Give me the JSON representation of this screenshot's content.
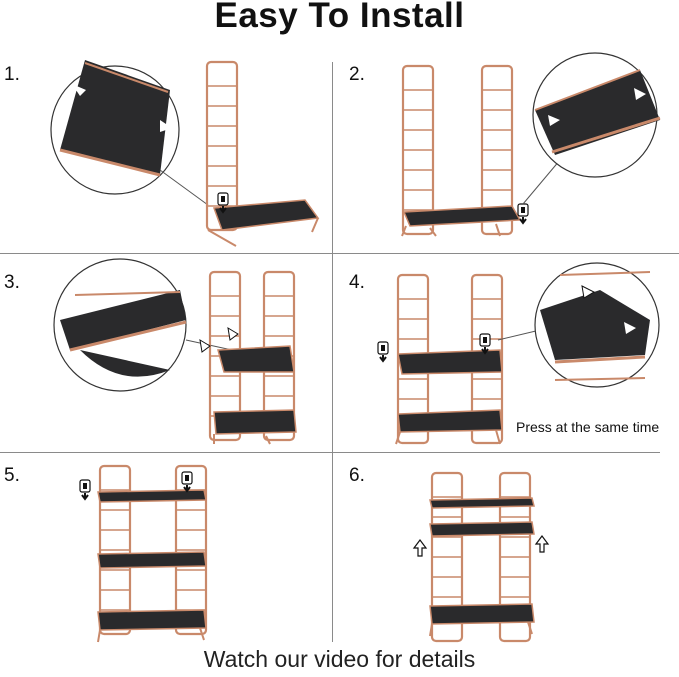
{
  "title": "Easy To Install",
  "footer": "Watch our video for details",
  "steps": [
    {
      "label": "1."
    },
    {
      "label": "2."
    },
    {
      "label": "3."
    },
    {
      "label": "4.",
      "note": "Press at the same time"
    },
    {
      "label": "5."
    },
    {
      "label": "6."
    }
  ],
  "colors": {
    "frame": "#c9896a",
    "shelf": "#2a2a2c",
    "divider": "#8a8a8a"
  }
}
